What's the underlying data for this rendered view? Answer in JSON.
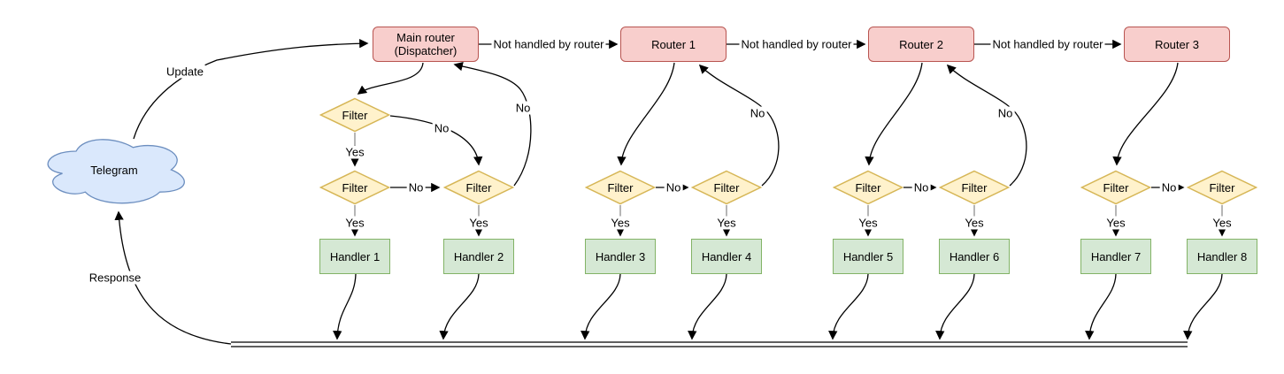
{
  "diagram": {
    "cloud": {
      "label": "Telegram"
    },
    "flow_labels": {
      "update": "Update",
      "response": "Response",
      "not_handled": "Not handled by router",
      "yes": "Yes",
      "no": "No"
    },
    "routers": [
      {
        "label": "Main router (Dispatcher)"
      },
      {
        "label": "Router 1"
      },
      {
        "label": "Router 2"
      },
      {
        "label": "Router 3"
      }
    ],
    "filters": [
      {
        "label": "Filter"
      },
      {
        "label": "Filter"
      },
      {
        "label": "Filter"
      },
      {
        "label": "Filter"
      },
      {
        "label": "Filter"
      },
      {
        "label": "Filter"
      },
      {
        "label": "Filter"
      },
      {
        "label": "Filter"
      },
      {
        "label": "Filter"
      }
    ],
    "handlers": [
      {
        "label": "Handler 1"
      },
      {
        "label": "Handler 2"
      },
      {
        "label": "Handler 3"
      },
      {
        "label": "Handler 4"
      },
      {
        "label": "Handler 5"
      },
      {
        "label": "Handler 6"
      },
      {
        "label": "Handler 7"
      },
      {
        "label": "Handler 8"
      }
    ],
    "colors": {
      "router_fill": "#f8cecc",
      "router_stroke": "#b85450",
      "filter_fill": "#fff2cc",
      "filter_stroke": "#d6b656",
      "handler_fill": "#d5e8d4",
      "handler_stroke": "#82b366",
      "cloud_fill": "#dae8fc",
      "cloud_stroke": "#6c8ebf",
      "edge": "#000000",
      "label_bg": "#ffffff",
      "background": "#ffffff"
    }
  }
}
